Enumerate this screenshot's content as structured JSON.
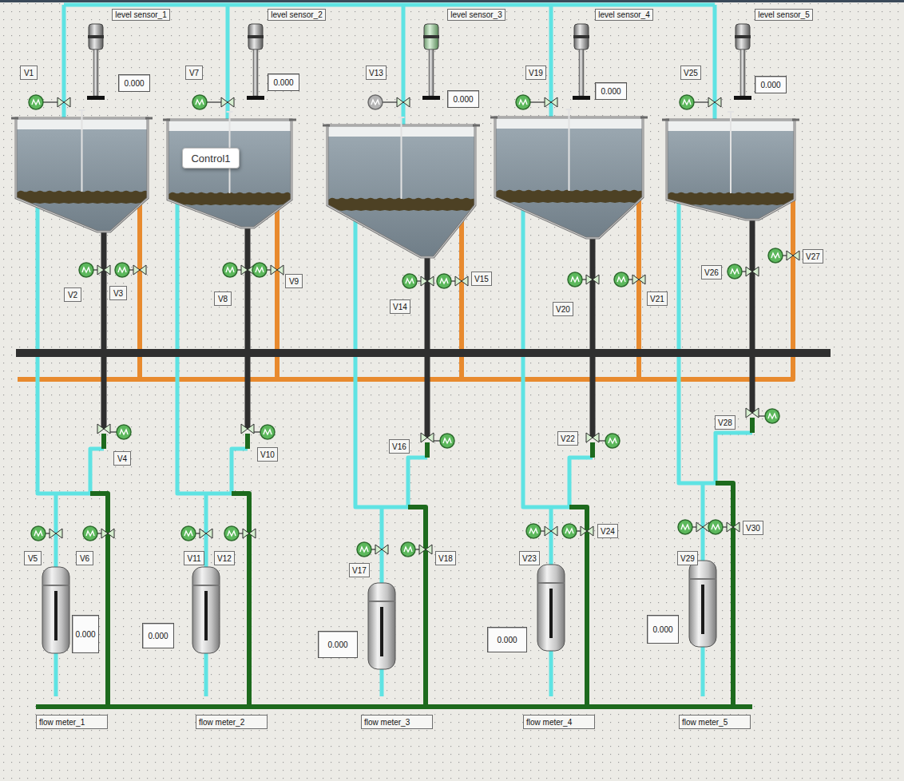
{
  "diagram": {
    "nodes": [
      {
        "text": [
          "V1"
        ]
      },
      {
        "text": [
          "level sensor_1"
        ]
      },
      {
        "text": [
          "0.000"
        ]
      },
      {
        "text": [
          "V7"
        ]
      },
      {
        "text": [
          "level sensor_2"
        ]
      },
      {
        "text": [
          "0.000"
        ]
      },
      {
        "text": [
          "V13"
        ]
      },
      {
        "text": [
          "level sensor_3"
        ]
      },
      {
        "text": [
          "0.000"
        ]
      },
      {
        "text": [
          "V19"
        ]
      },
      {
        "text": [
          "level sensor_4"
        ]
      },
      {
        "text": [
          "0.000"
        ]
      },
      {
        "text": [
          "V25"
        ]
      },
      {
        "text": [
          "level sensor_5"
        ]
      },
      {
        "text": [
          "0.000"
        ]
      },
      {
        "text": [
          "Control1"
        ]
      },
      {
        "text": [
          "V2"
        ]
      },
      {
        "text": [
          "V3"
        ]
      },
      {
        "text": [
          "V8"
        ]
      },
      {
        "text": [
          "V9"
        ]
      },
      {
        "text": [
          "V14"
        ]
      },
      {
        "text": [
          "V15"
        ]
      },
      {
        "text": [
          "V20"
        ]
      },
      {
        "text": [
          "V21"
        ]
      },
      {
        "text": [
          "V26"
        ]
      },
      {
        "text": [
          "V27"
        ]
      },
      {
        "text": [
          "V4"
        ]
      },
      {
        "text": [
          "V10"
        ]
      },
      {
        "text": [
          "V16"
        ]
      },
      {
        "text": [
          "V22"
        ]
      },
      {
        "text": [
          "V28"
        ]
      },
      {
        "text": [
          "V5"
        ]
      },
      {
        "text": [
          "V6"
        ]
      },
      {
        "text": [
          "V11"
        ]
      },
      {
        "text": [
          "V12"
        ]
      },
      {
        "text": [
          "V17"
        ]
      },
      {
        "text": [
          "V18"
        ]
      },
      {
        "text": [
          "V23"
        ]
      },
      {
        "text": [
          "V24"
        ]
      },
      {
        "text": [
          "V29"
        ]
      },
      {
        "text": [
          "V30"
        ]
      },
      {
        "text": [
          "0.000"
        ]
      },
      {
        "text": [
          "0.000"
        ]
      },
      {
        "text": [
          "0.000"
        ]
      },
      {
        "text": [
          "0.000"
        ]
      },
      {
        "text": [
          "0.000"
        ]
      },
      {
        "text": [
          "flow meter_1"
        ]
      },
      {
        "text": [
          "flow meter_2"
        ]
      },
      {
        "text": [
          "flow meter_3"
        ]
      },
      {
        "text": [
          "flow meter_4"
        ]
      },
      {
        "text": [
          "flow meter_5"
        ]
      }
    ]
  }
}
